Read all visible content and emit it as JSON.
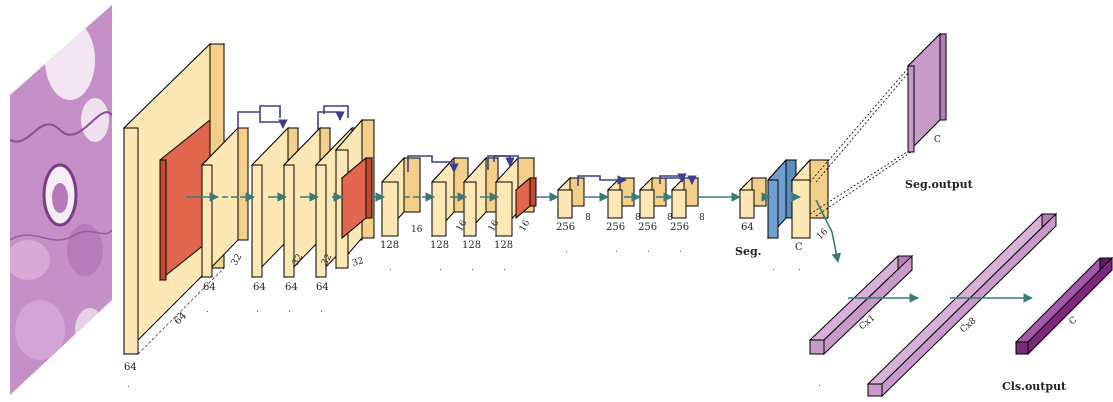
{
  "labels": {
    "input_depth": "64",
    "input_width": "64",
    "stage1": [
      "64",
      "32",
      "64",
      "32",
      "64",
      "64",
      "32",
      "32"
    ],
    "stage2": [
      "128",
      "16",
      "128",
      "16",
      "128",
      "16",
      "128",
      "16"
    ],
    "stage3": [
      "256",
      "8",
      "256",
      "8",
      "256",
      "8",
      "256",
      "8"
    ],
    "seg_block_depth": "64",
    "seg_block_c": "C",
    "seg_block_size": "16",
    "seg_label": "Seg.",
    "seg_output_c": "C",
    "seg_output_title": "Seg.output",
    "cls_cx1": "Cx1",
    "cls_cx8": "Cx8",
    "cls_c": "C",
    "cls_output_title": "Cls.output",
    "dot": "."
  },
  "colors": {
    "block_fill": "#fde7b5",
    "block_side": "#f3cf8a",
    "block_top": "#f8dca0",
    "pool_fill": "#e0664e",
    "seg_blue": "#6f9fcf",
    "output_purple": "#c79ac8",
    "output_dark": "#7b2a7b",
    "arrow_teal": "#3c7a78",
    "skip_blue": "#3d3d8c",
    "tissue_base": "#c690c8"
  }
}
